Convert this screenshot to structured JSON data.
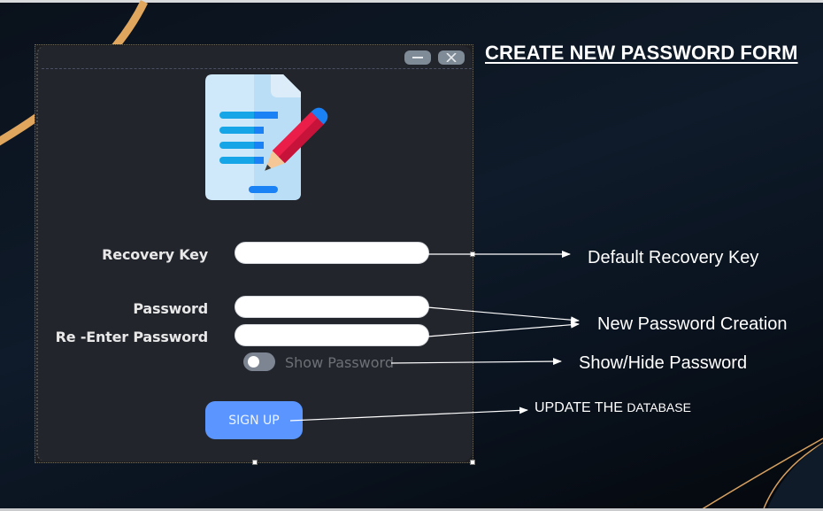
{
  "page": {
    "title": "CREATE NEW PASSWORD FORM",
    "colors": {
      "background": "#0f1b2a",
      "window": "#23252d",
      "accent_gold": "#e0a65e",
      "signup_button": "#5b95ff",
      "input": "#ffffff",
      "label": "#e8e8e8",
      "toggle_off": "#7c8591"
    }
  },
  "window": {
    "controls": {
      "minimize_icon": "minimize-icon",
      "close_icon": "close-icon"
    },
    "header_icon": "document-edit-icon",
    "form": {
      "recovery_key": {
        "label": "Recovery Key",
        "value": "",
        "placeholder": ""
      },
      "password": {
        "label": "Password",
        "value": "",
        "placeholder": ""
      },
      "reenter_password": {
        "label": "Re -Enter Password",
        "value": "",
        "placeholder": ""
      },
      "show_password": {
        "label": "Show Password",
        "checked": false
      },
      "submit": {
        "label": "SIGN UP"
      }
    }
  },
  "annotations": {
    "recovery_key": "Default Recovery Key",
    "password_creation": "New Password Creation",
    "show_hide": "Show/Hide Password",
    "update_db_prefix": "UPDATE THE ",
    "update_db_suffix": "DATABASE"
  }
}
